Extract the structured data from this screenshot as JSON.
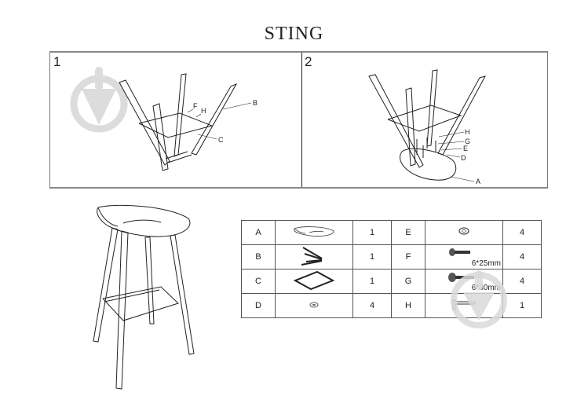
{
  "title": "STING",
  "steps": [
    {
      "number": "1",
      "callouts": [
        "F",
        "H",
        "B",
        "C"
      ]
    },
    {
      "number": "2",
      "callouts": [
        "H",
        "G",
        "E",
        "D",
        "A"
      ]
    }
  ],
  "parts_table": {
    "rows": [
      {
        "left": {
          "letter": "A",
          "icon": "seat-shell-icon",
          "qty": "1"
        },
        "right": {
          "letter": "E",
          "icon": "washer-icon",
          "qty": "4",
          "size": ""
        }
      },
      {
        "left": {
          "letter": "B",
          "icon": "legs-frame-icon",
          "qty": "1"
        },
        "right": {
          "letter": "F",
          "icon": "bolt-icon",
          "qty": "4",
          "size": "6*25mm"
        }
      },
      {
        "left": {
          "letter": "C",
          "icon": "footrest-frame-icon",
          "qty": "1"
        },
        "right": {
          "letter": "G",
          "icon": "bolt-icon",
          "qty": "4",
          "size": "6*30mm"
        }
      },
      {
        "left": {
          "letter": "D",
          "icon": "spacer-icon",
          "qty": "4"
        },
        "right": {
          "letter": "H",
          "icon": "allen-key-icon",
          "qty": "1",
          "size": ""
        }
      }
    ]
  },
  "colors": {
    "line": "#222222",
    "border": "#777777",
    "watermark": "#d9d9d9"
  }
}
